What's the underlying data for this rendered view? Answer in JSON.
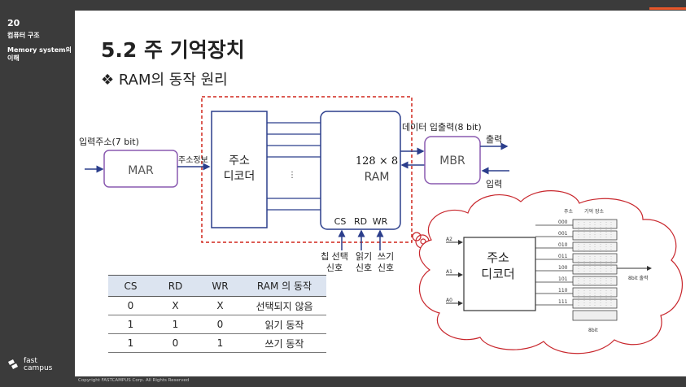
{
  "sidebar": {
    "page_number": "20",
    "course": "컴퓨터 구조",
    "section": "Memory system의 이해",
    "logo_line1": "fast",
    "logo_line2": "campus"
  },
  "footer": {
    "copyright": "Copyright FASTCAMPUS Corp. All Rights Reserved"
  },
  "slide": {
    "title": "5.2 주 기억장치",
    "subtitle": "❖ RAM의 동작 원리"
  },
  "diagram": {
    "input_address_label": "입력주소(7 bit)",
    "mar_label": "MAR",
    "address_info_label": "주소정보",
    "decoder_label_1": "주소",
    "decoder_label_2": "디코더",
    "dots": "⋮",
    "ram_size": "128 × 8",
    "ram_label": "RAM",
    "cs_label": "CS",
    "rd_label": "RD",
    "wr_label": "WR",
    "data_io_label": "데이터 입출력(8 bit)",
    "mbr_label": "MBR",
    "output_label": "출력",
    "input_label": "입력",
    "signal_cs_1": "칩 선택",
    "signal_cs_2": "신호",
    "signal_rd_1": "읽기",
    "signal_rd_2": "신호",
    "signal_wr_1": "쓰기",
    "signal_wr_2": "신호"
  },
  "detail": {
    "address_header": "주소",
    "storage_header": "기억 장소",
    "decoder_1": "주소",
    "decoder_2": "디코더",
    "inputs": [
      "A2",
      "A1",
      "A0"
    ],
    "addresses": [
      "000",
      "001",
      "010",
      "011",
      "100",
      "101",
      "110",
      "111"
    ],
    "output_label": "8bit 출력",
    "width_label": "8bit"
  },
  "table": {
    "headers": [
      "CS",
      "RD",
      "WR",
      "RAM 의 동작"
    ],
    "rows": [
      [
        "0",
        "X",
        "X",
        "선택되지 않음"
      ],
      [
        "1",
        "1",
        "0",
        "읽기 동작"
      ],
      [
        "1",
        "0",
        "1",
        "쓰기 동작"
      ]
    ]
  },
  "colors": {
    "sidebar": "#3b3b3b",
    "accent": "#e8572a",
    "mar_border": "#8a5ab0",
    "box_border": "#2b3e8c",
    "dashed": "#d0261c",
    "cloud": "#c8262c",
    "table_header": "#dce4f0"
  }
}
